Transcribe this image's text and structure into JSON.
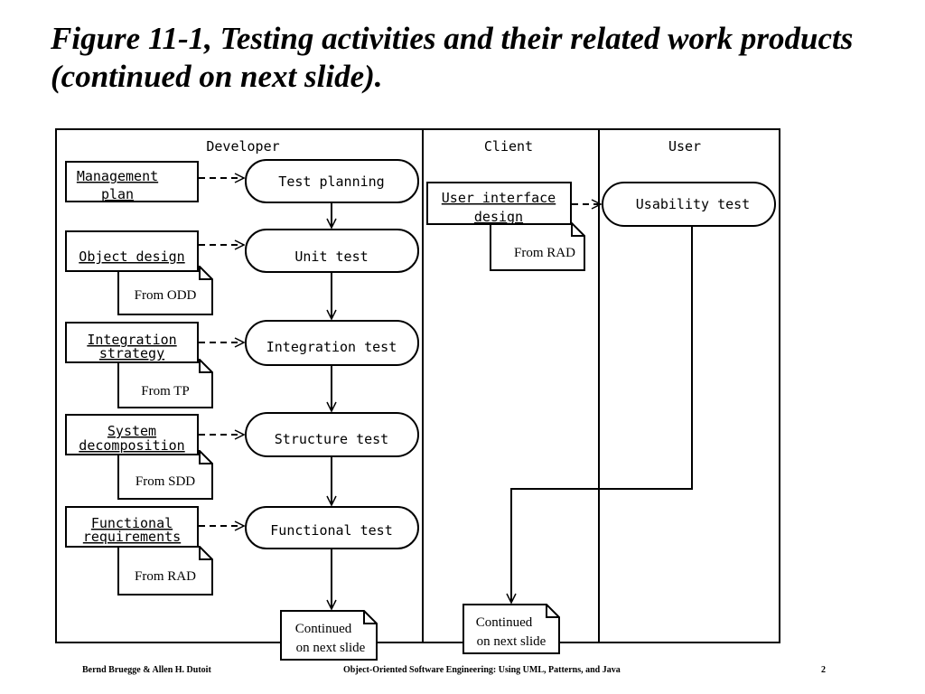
{
  "title": "Figure 11-1, Testing activities and their related work products (continued on next slide).",
  "lanes": {
    "developer": "Developer",
    "client": "Client",
    "user": "User"
  },
  "activities": {
    "test_planning": "Test planning",
    "unit_test": "Unit test",
    "integration_test": "Integration test",
    "structure_test": "Structure test",
    "functional_test": "Functional test",
    "usability_test": "Usability test"
  },
  "work_products": {
    "management_plan": [
      "Management",
      "plan"
    ],
    "object_design": [
      "Object design"
    ],
    "integration_strategy": [
      "Integration",
      "strategy"
    ],
    "system_decomposition": [
      "System",
      "decomposition"
    ],
    "functional_requirements": [
      "Functional",
      "requirements"
    ],
    "user_interface_design": [
      "User interface",
      "design"
    ]
  },
  "notes": {
    "from_odd": "From ODD",
    "from_tp": "From TP",
    "from_sdd": "From SDD",
    "from_rad_dev": "From RAD",
    "from_rad_client": "From RAD",
    "continued_dev": [
      "Continued",
      "on next slide"
    ],
    "continued_client": [
      "Continued",
      "on next slide"
    ]
  },
  "footer": {
    "author": "Bernd Bruegge & Allen H. Dutoit",
    "book": "Object-Oriented Software Engineering: Using UML, Patterns, and Java",
    "page": "2"
  }
}
